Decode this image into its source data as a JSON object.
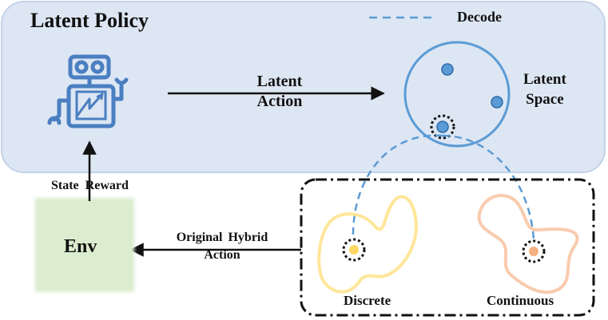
{
  "policy_panel": {
    "title": "Latent Policy"
  },
  "legend": {
    "decode_label": "Decode"
  },
  "arrows": {
    "latent_action_label": [
      "Latent",
      "Action"
    ],
    "state_reward_label": "State  Reward",
    "hybrid_action_label": [
      "Original  Hybrid",
      "Action"
    ]
  },
  "latent_space": {
    "label": [
      "Latent",
      "Space"
    ]
  },
  "env": {
    "label": "Env"
  },
  "action_spaces": {
    "discrete_label": "Discrete",
    "continuous_label": "Continuous"
  },
  "colors": {
    "panel_fill": "#dde6f3",
    "panel_stroke": "#c4d2e8",
    "latent_blue": "#5b9bd5",
    "robot_blue": "#4a7fc1",
    "env_green": "#dcedcf",
    "discrete_yellow": "#ffe699",
    "discrete_dot": "#ffd966",
    "continuous_orange": "#f8cbad",
    "continuous_dot": "#f4b183"
  }
}
